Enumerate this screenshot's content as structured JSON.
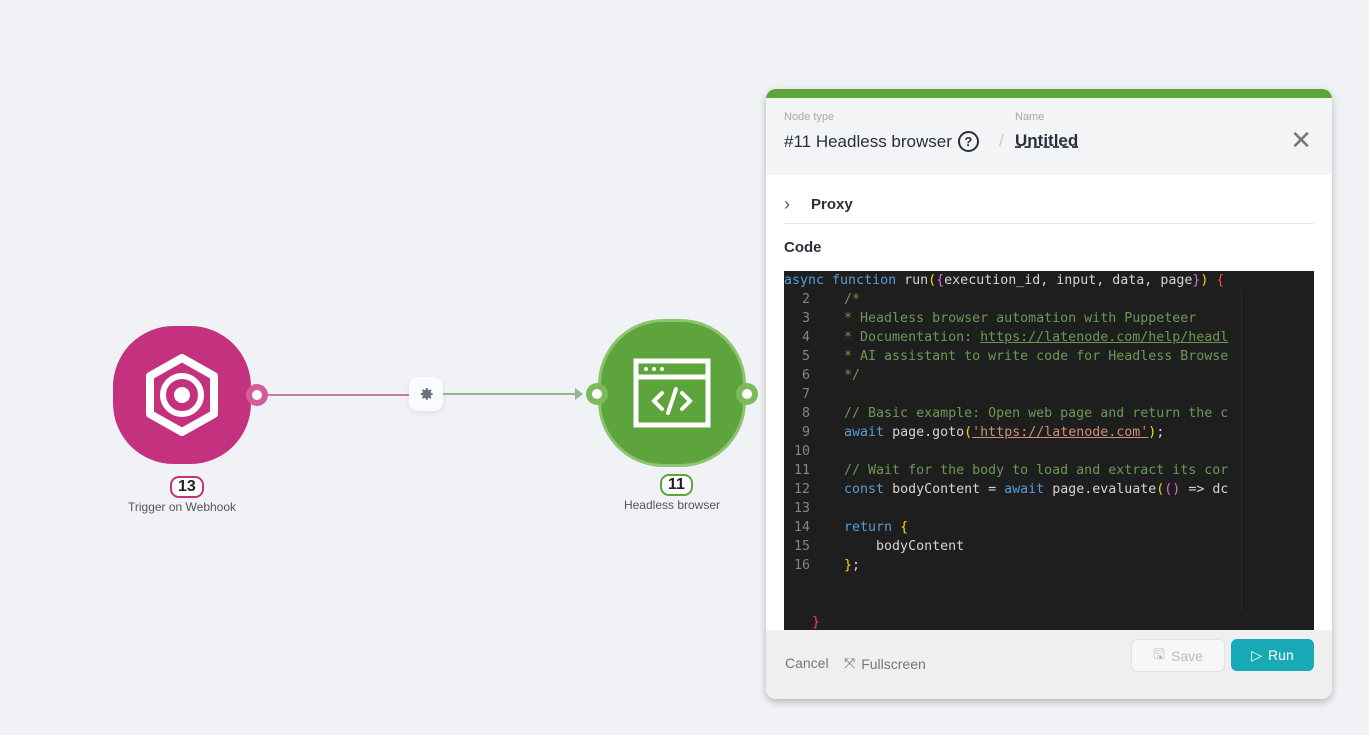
{
  "canvas": {
    "nodes": [
      {
        "id": "13",
        "label": "Trigger on Webhook",
        "color": "#c3317f"
      },
      {
        "id": "11",
        "label": "Headless browser",
        "color": "#5ea43d"
      }
    ]
  },
  "panel": {
    "node_type_label": "Node type",
    "node_type": "#11 Headless browser",
    "separator": "/",
    "name_label": "Name",
    "name": "Untitled",
    "proxy": "Proxy",
    "code_label": "Code",
    "code_lines": [
      {
        "n": "",
        "tokens": [
          [
            "async ",
            "k"
          ],
          [
            "function ",
            "k"
          ],
          [
            "run",
            "t"
          ],
          [
            "(",
            "y"
          ],
          [
            "{",
            "p"
          ],
          [
            "execution_id, input, data, page",
            "t"
          ],
          [
            "}",
            "p"
          ],
          [
            ")",
            "y"
          ],
          [
            " {",
            "r"
          ]
        ]
      },
      {
        "n": "2",
        "tokens": [
          [
            "    /*",
            "c"
          ]
        ]
      },
      {
        "n": "3",
        "tokens": [
          [
            "    * Headless browser automation with Puppeteer",
            "c"
          ]
        ]
      },
      {
        "n": "4",
        "tokens": [
          [
            "    * Documentation: ",
            "c"
          ],
          [
            "https://latenode.com/help/headl",
            "c u"
          ]
        ]
      },
      {
        "n": "5",
        "tokens": [
          [
            "    * AI assistant to write code for Headless Browse",
            "c"
          ]
        ]
      },
      {
        "n": "6",
        "tokens": [
          [
            "    */",
            "c"
          ]
        ]
      },
      {
        "n": "7",
        "tokens": []
      },
      {
        "n": "8",
        "tokens": [
          [
            "    // Basic example: Open web page and return the c",
            "c"
          ]
        ]
      },
      {
        "n": "9",
        "tokens": [
          [
            "    ",
            "t"
          ],
          [
            "await ",
            "k"
          ],
          [
            "page.goto",
            "t"
          ],
          [
            "(",
            "y"
          ],
          [
            "'",
            "s"
          ],
          [
            "https://latenode.com",
            "s"
          ],
          [
            "'",
            "s"
          ],
          [
            ")",
            "y"
          ],
          [
            ";",
            "t"
          ]
        ]
      },
      {
        "n": "10",
        "tokens": []
      },
      {
        "n": "11",
        "tokens": [
          [
            "    // Wait for the body to load and extract its cor",
            "c"
          ]
        ]
      },
      {
        "n": "12",
        "tokens": [
          [
            "    ",
            "t"
          ],
          [
            "const ",
            "k"
          ],
          [
            "bodyContent = ",
            "t"
          ],
          [
            "await ",
            "k"
          ],
          [
            "page.evaluate",
            "t"
          ],
          [
            "(",
            "y"
          ],
          [
            "()",
            "p"
          ],
          [
            " => dc",
            "t"
          ]
        ]
      },
      {
        "n": "13",
        "tokens": []
      },
      {
        "n": "14",
        "tokens": [
          [
            "    ",
            "t"
          ],
          [
            "return ",
            "k"
          ],
          [
            "{",
            "y"
          ]
        ]
      },
      {
        "n": "15",
        "tokens": [
          [
            "        bodyContent",
            "t"
          ]
        ]
      },
      {
        "n": "16",
        "tokens": [
          [
            "    ",
            "t"
          ],
          [
            "}",
            "y"
          ],
          [
            ";",
            "t"
          ]
        ]
      },
      {
        "n": "",
        "tokens": []
      },
      {
        "n": "",
        "tokens": []
      },
      {
        "n": "",
        "tokens": [
          [
            "}",
            "r"
          ]
        ]
      }
    ],
    "footer": {
      "cancel": "Cancel",
      "fullscreen": "Fullscreen",
      "save": "Save",
      "run": "Run"
    }
  },
  "colors": {
    "accent": "#17a9b6",
    "green": "#5ea43d",
    "pink": "#c3317f"
  }
}
